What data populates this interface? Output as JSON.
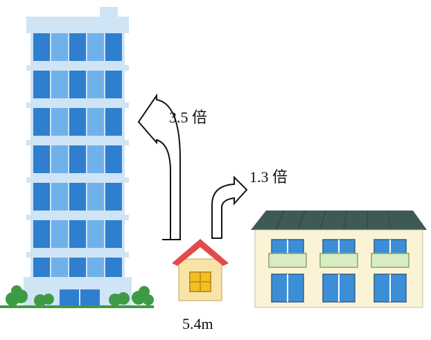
{
  "labels": {
    "tall_ratio": "3.5 倍",
    "apartment_ratio": "1.3 倍",
    "house_height": "5.4m"
  },
  "colors": {
    "building_frame": "#cfe4f4",
    "window_blue": "#2e7fcf",
    "window_light": "#6fb2ea",
    "house_roof": "#e24b4b",
    "house_wall": "#f7e4a6",
    "house_window": "#f2c21b",
    "apt_roof": "#3f5a55",
    "apt_wall": "#fbf3d6",
    "apt_window": "#3c8fd6",
    "apt_balcony": "#d9ebc0",
    "tree_green": "#3f9a46"
  },
  "icons": [
    "tall-building-icon",
    "house-icon",
    "apartment-icon",
    "up-arrow-icon",
    "right-curved-arrow-icon",
    "tree-icon"
  ]
}
